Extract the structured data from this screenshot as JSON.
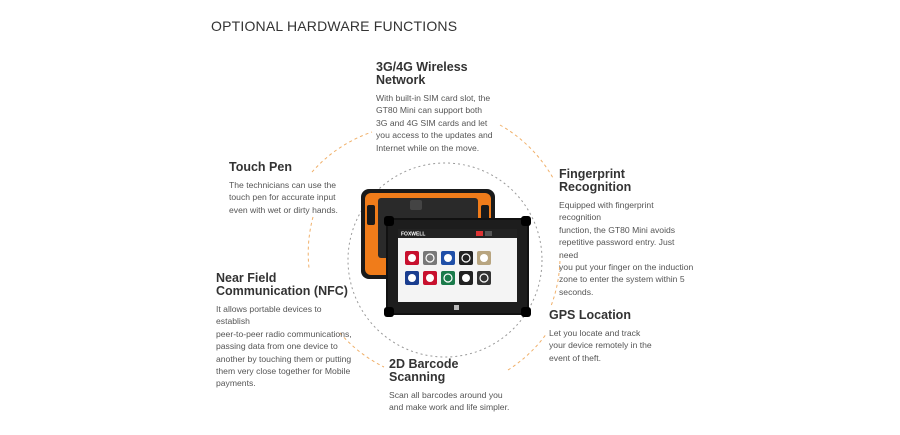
{
  "page": {
    "title": "OPTIONAL HARDWARE FUNCTIONS"
  },
  "colors": {
    "accent_orange": "#f5a623",
    "dotted_orange": "#f0b06a",
    "dotted_gray": "#9a9a9a",
    "tablet_body": "#1a1a1a",
    "tablet_orange": "#f07c1a"
  },
  "features": {
    "network": {
      "title": "3G/4G Wireless Network",
      "lines": [
        "With built-in SIM card slot, the",
        "GT80 Mini can support both",
        "3G and 4G SIM cards and let",
        "you access to the updates and",
        "Internet while on the move."
      ]
    },
    "touch_pen": {
      "title": "Touch Pen",
      "lines": [
        "The technicians can use the",
        "touch pen for accurate input",
        "even with wet or dirty hands."
      ]
    },
    "fingerprint": {
      "title": "Fingerprint Recognition",
      "lines": [
        "Equipped with fingerprint recognition",
        "function, the GT80 Mini avoids",
        "repetitive password entry. Just need",
        "you put your finger on the induction",
        "zone to enter the system within 5",
        "seconds."
      ]
    },
    "nfc": {
      "title_line1": "Near Field",
      "title_line2": "Communication (NFC)",
      "lines": [
        "It allows portable devices to establish",
        "peer-to-peer radio communications,",
        "passing data from one device to",
        "another by touching them or putting",
        "them very close together for Mobile",
        "payments."
      ]
    },
    "gps": {
      "title": "GPS Location",
      "lines": [
        "Let you locate and track",
        "your device remotely in the",
        "event of theft."
      ]
    },
    "barcode": {
      "title": "2D Barcode Scanning",
      "lines": [
        "Scan all barcodes around you",
        "and make work and life simpler."
      ]
    }
  },
  "device": {
    "brand": "FOXWELL",
    "icon_name": "tablet-device-image"
  }
}
